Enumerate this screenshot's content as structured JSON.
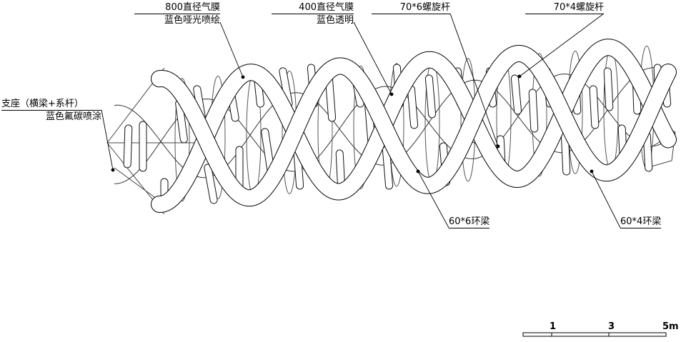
{
  "labels": {
    "membrane_800": {
      "line1": "800直径气膜",
      "line2": "蓝色哑光喷绘"
    },
    "membrane_400": {
      "line1": "400直径气膜",
      "line2": "蓝色透明"
    },
    "spiral_70x6": {
      "line1": "70*6螺旋杆"
    },
    "spiral_70x4": {
      "line1": "70*4螺旋杆"
    },
    "support": {
      "line1": "支座（横梁+系杆）",
      "line2": "蓝色氟碳喷涂"
    },
    "ring_60x6": {
      "line1": "60*6环梁"
    },
    "ring_60x4": {
      "line1": "60*4环梁"
    }
  },
  "scale_bar": {
    "ticks": [
      "1",
      "3",
      "5m"
    ]
  }
}
